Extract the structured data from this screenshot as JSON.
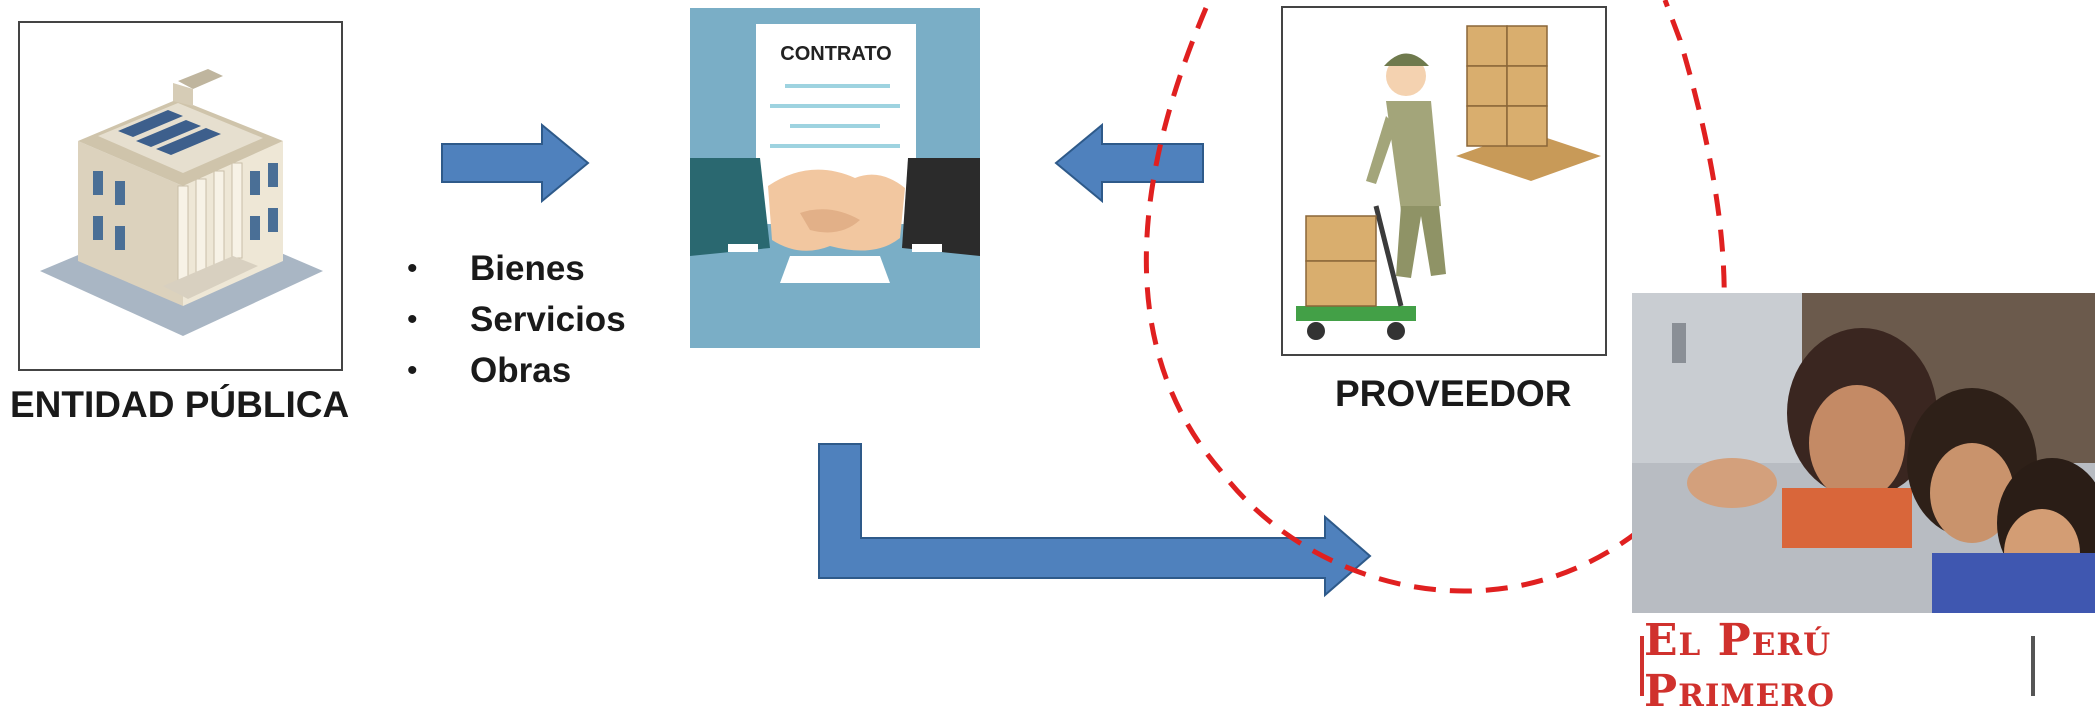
{
  "entity": {
    "label": "ENTIDAD PÚBLICA"
  },
  "contract": {
    "title": "CONTRATO"
  },
  "deliverables": [
    "Bienes",
    "Servicios",
    "Obras"
  ],
  "supplier": {
    "label": "PROVEEDOR"
  },
  "brand": {
    "logo_text": "El Perú Primero"
  },
  "colors": {
    "arrow": "#4f81bd",
    "arrow_stroke": "#2e5a8a",
    "circle": "#e02020",
    "brand": "#d0312d"
  }
}
